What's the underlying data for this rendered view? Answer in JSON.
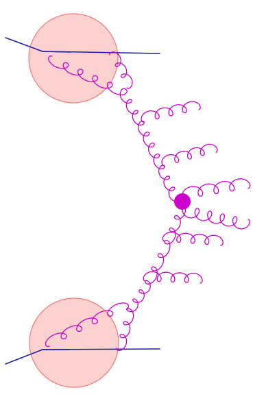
{
  "diagram": {
    "kind": "feynman-diagram",
    "colors": {
      "blob_fill": "#fcd2d0",
      "blob_stroke": "#f07878",
      "quark": "#1a1aa0",
      "gluon": "#cc00cc",
      "vertex": "#cc00cc",
      "background": "#ffffff"
    },
    "elements": {
      "blobs": [
        "upper-hadron-blob",
        "lower-hadron-blob"
      ],
      "quark_lines": 4,
      "gluon_lines": 14,
      "vertices": [
        "interaction-vertex"
      ]
    }
  }
}
